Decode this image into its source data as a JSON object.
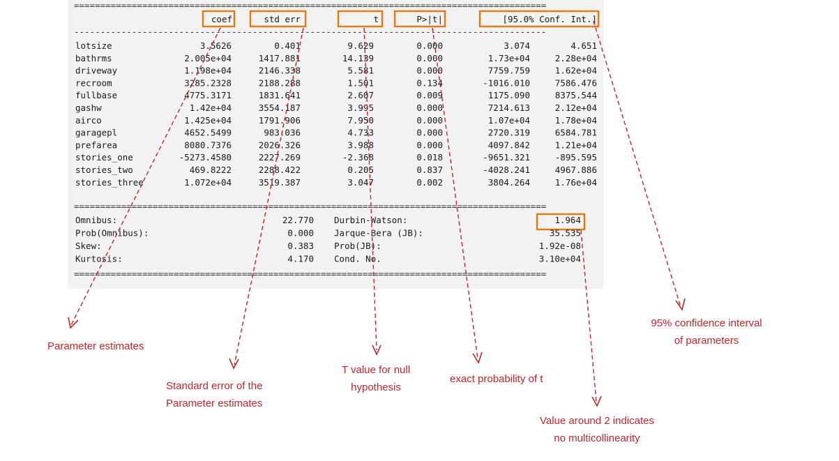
{
  "table": {
    "rule_top": "==========================================================================================",
    "rule_dash": "------------------------------------------------------------------------------------------",
    "rule_mid": "==========================================================================================",
    "rule_bottom": "==========================================================================================",
    "headers": [
      "coef",
      "std err",
      "t",
      "P>|t|",
      "[95.0% Conf. Int.]"
    ],
    "rows": [
      [
        "lotsize",
        "3.5626",
        "0.401",
        "9.629",
        "0.000",
        "3.074",
        "4.651"
      ],
      [
        "bathrms",
        "2.005e+04",
        "1417.881",
        "14.139",
        "0.000",
        "1.73e+04",
        "2.28e+04"
      ],
      [
        "driveway",
        "1.198e+04",
        "2146.338",
        "5.581",
        "0.000",
        "7759.759",
        "1.62e+04"
      ],
      [
        "recroom",
        "3285.2328",
        "2188.288",
        "1.501",
        "0.134",
        "-1016.010",
        "7586.476"
      ],
      [
        "fullbase",
        "4775.3171",
        "1831.641",
        "2.607",
        "0.009",
        "1175.090",
        "8375.544"
      ],
      [
        "gashw",
        "1.42e+04",
        "3554.187",
        "3.995",
        "0.000",
        "7214.613",
        "2.12e+04"
      ],
      [
        "airco",
        "1.425e+04",
        "1791.906",
        "7.950",
        "0.000",
        "1.07e+04",
        "1.78e+04"
      ],
      [
        "garagepl",
        "4652.5499",
        "983.036",
        "4.733",
        "0.000",
        "2720.319",
        "6584.781"
      ],
      [
        "prefarea",
        "8080.7376",
        "2026.326",
        "3.988",
        "0.000",
        "4097.842",
        "1.21e+04"
      ],
      [
        "stories_one",
        "-5273.4580",
        "2227.269",
        "-2.368",
        "0.018",
        "-9651.321",
        "-895.595"
      ],
      [
        "stories_two",
        "469.8222",
        "2288.422",
        "0.205",
        "0.837",
        "-4028.241",
        "4967.886"
      ],
      [
        "stories_three",
        "1.072e+04",
        "3519.387",
        "3.047",
        "0.002",
        "3804.264",
        "1.76e+04"
      ]
    ],
    "stats": [
      [
        "Omnibus:",
        "22.770",
        "Durbin-Watson:",
        "1.964"
      ],
      [
        "Prob(Omnibus):",
        "0.000",
        "Jarque-Bera (JB):",
        "35.535"
      ],
      [
        "Skew:",
        "0.383",
        "Prob(JB):",
        "1.92e-08"
      ],
      [
        "Kurtosis:",
        "4.170",
        "Cond. No.",
        "3.10e+04"
      ]
    ]
  },
  "annotations": {
    "parameter_estimates": "Parameter estimates",
    "std_error_line1": "Standard error of the",
    "std_error_line2": "Parameter estimates",
    "t_value_line1": "T value for null",
    "t_value_line2": "hypothesis",
    "exact_prob": "exact probability of t",
    "dw_line1": "Value around 2 indicates",
    "dw_line2": "no multicollinearity",
    "ci_line1": "95% confidence interval",
    "ci_line2": "of parameters"
  },
  "colors": {
    "highlight_box": "#e07b12",
    "annotation": "#c0282d",
    "panel_background": "#f2f2f2"
  }
}
